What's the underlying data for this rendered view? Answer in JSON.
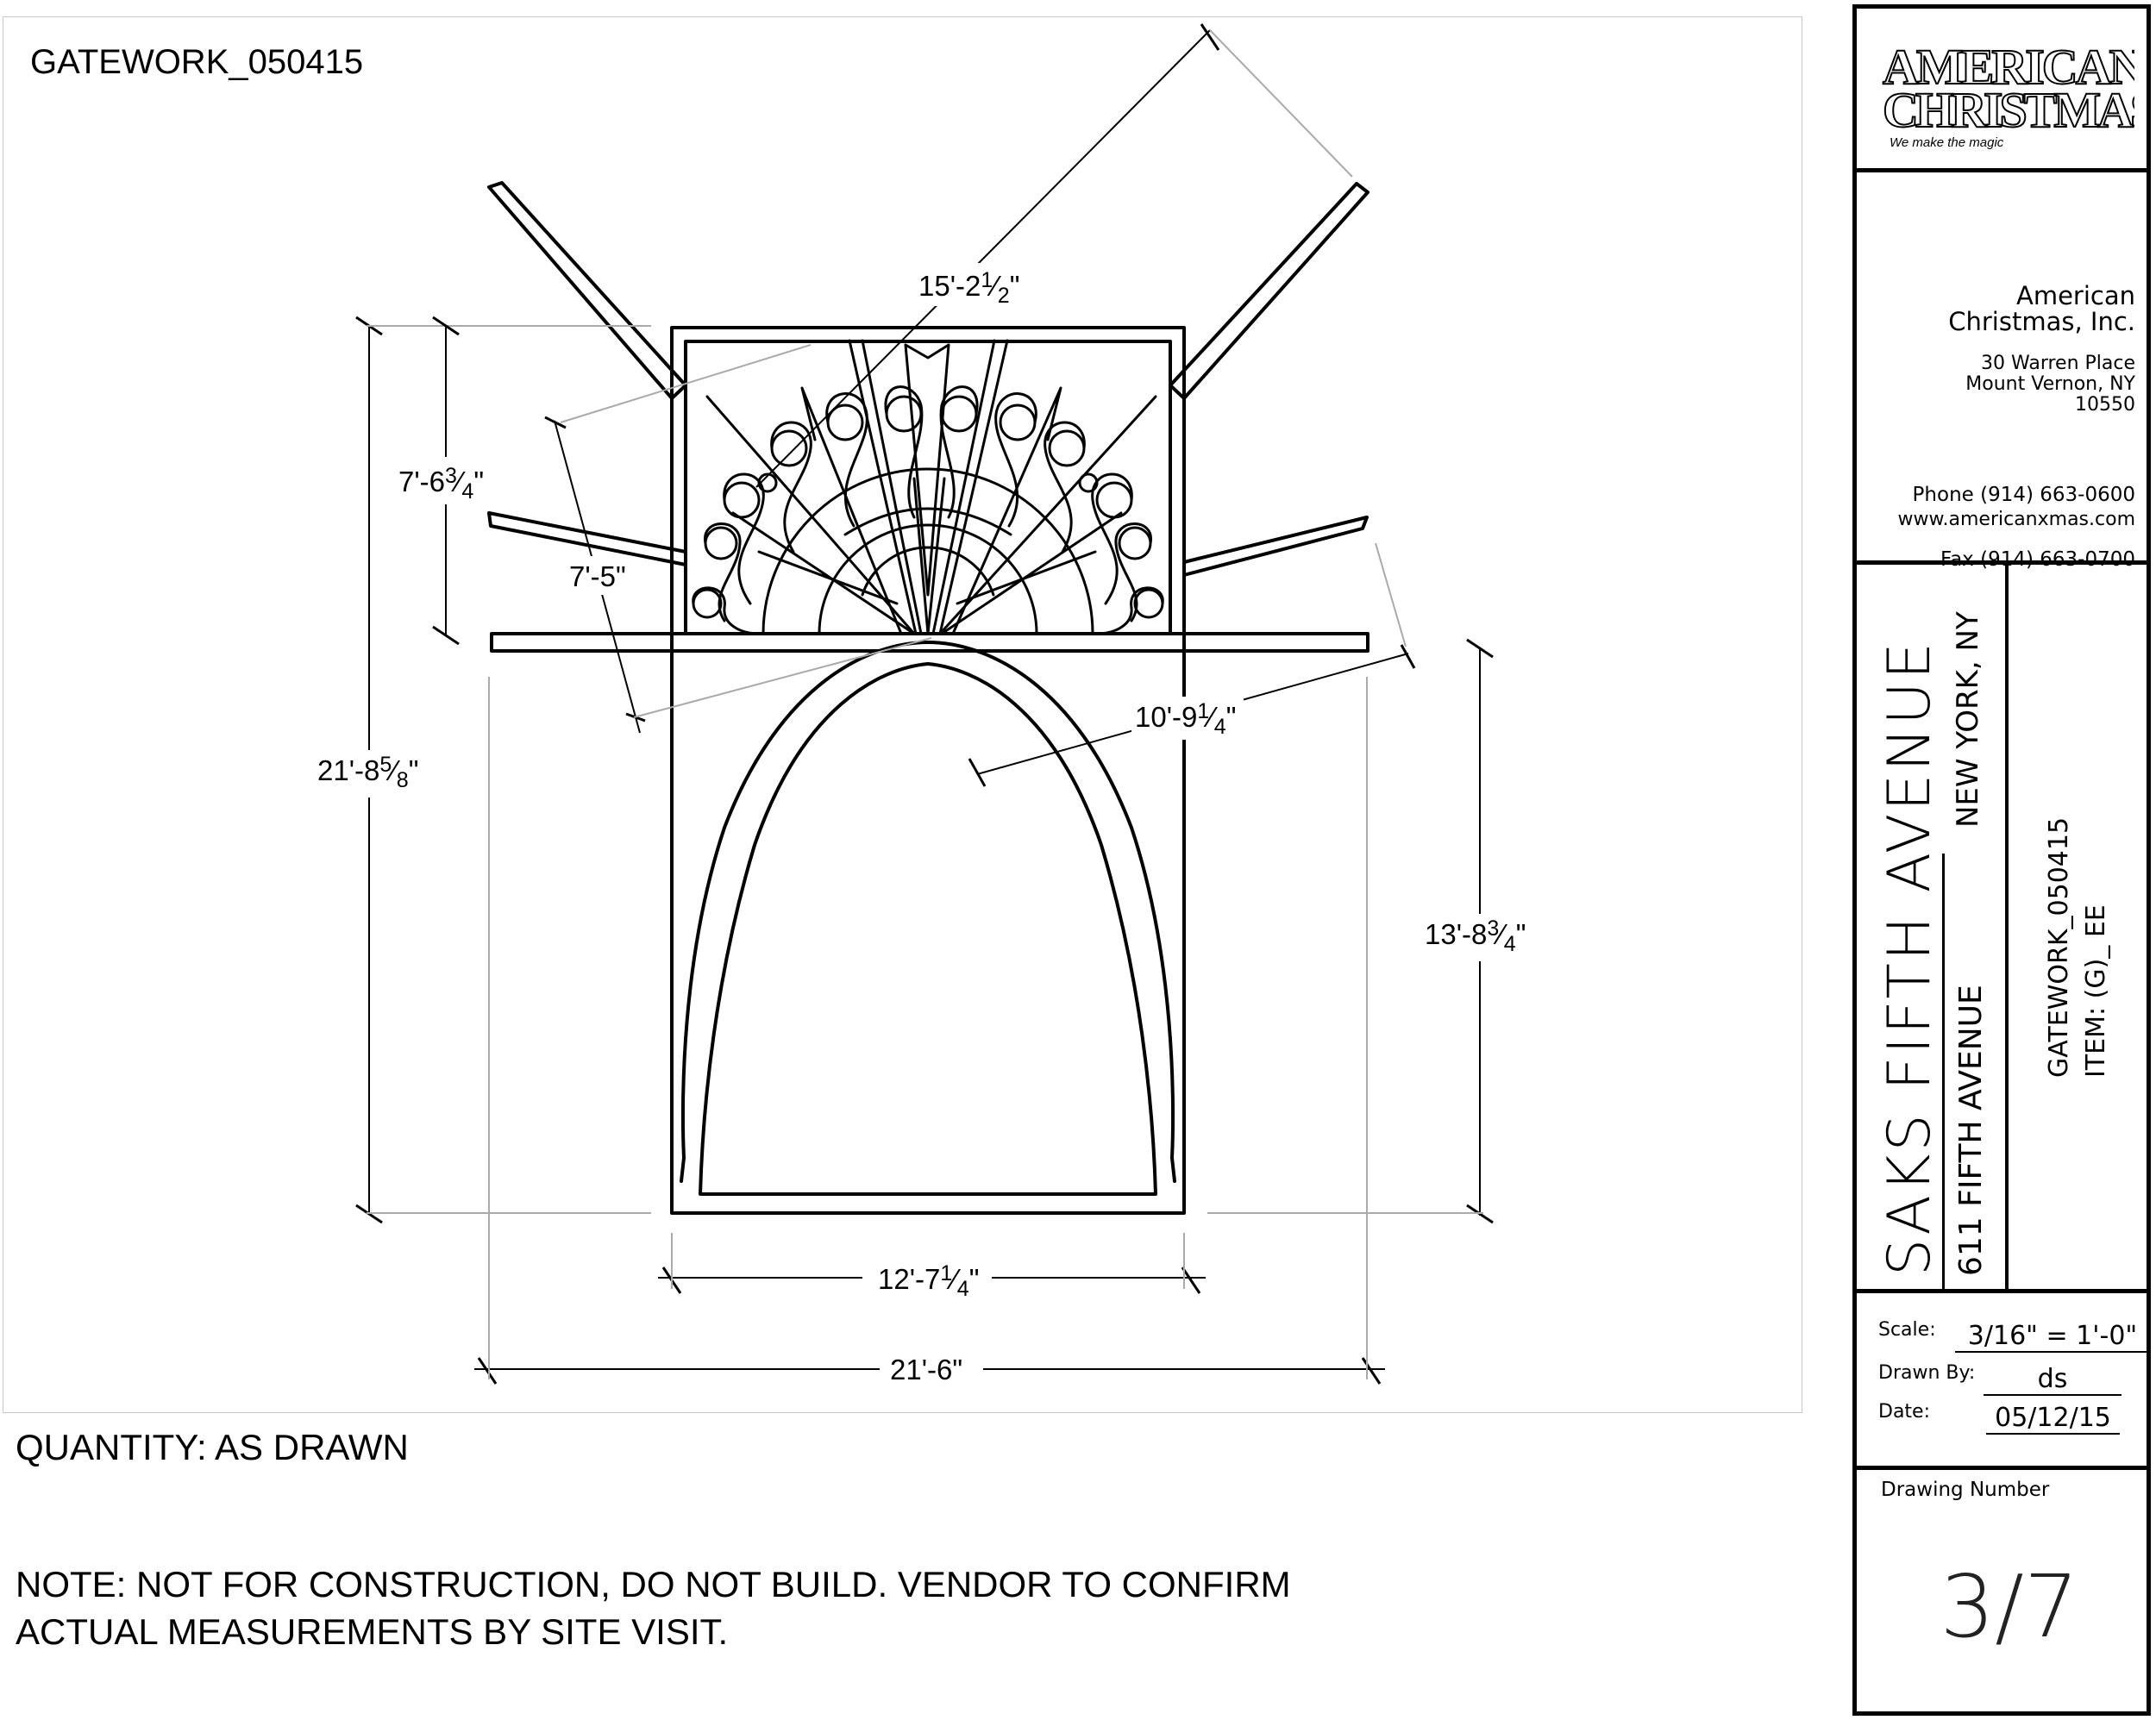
{
  "sheet": {
    "title": "GATEWORK_050415",
    "quantity": "QUANTITY: AS DRAWN",
    "note_line1": "NOTE: NOT FOR CONSTRUCTION, DO NOT BUILD. VENDOR TO CONFIRM",
    "note_line2": "ACTUAL MEASUREMENTS BY SITE VISIT."
  },
  "dimensions": {
    "top_diag": {
      "whole": "15'-2",
      "num": "1",
      "den": "2",
      "tail": "\""
    },
    "left_inner": {
      "whole": "7'-6",
      "num": "3",
      "den": "4",
      "tail": "\""
    },
    "diag_left": {
      "text": "7'-5\""
    },
    "overall_height": {
      "whole": "21'-8",
      "num": "5",
      "den": "8",
      "tail": "\""
    },
    "diag_right": {
      "whole": "10'-9",
      "num": "1",
      "den": "4",
      "tail": "\""
    },
    "right_height": {
      "whole": "13'-8",
      "num": "3",
      "den": "4",
      "tail": "\""
    },
    "panel_width": {
      "whole": "12'-7",
      "num": "1",
      "den": "4",
      "tail": "\""
    },
    "overall_width": {
      "text": "21'-6\""
    }
  },
  "title_block": {
    "logo_line1": "AMERICAN",
    "logo_line2": "CHRISTMAS",
    "logo_tagline": "We make the magic",
    "company_line1": "American",
    "company_line2": "Christmas, Inc.",
    "address_line1": "30 Warren Place",
    "address_line2": "Mount Vernon, NY",
    "address_line3": "10550",
    "phone": "Phone (914) 663-0600",
    "fax": "Fax (914) 663-0700",
    "website": "www.americanxmas.com",
    "project_name": "SAKS FIFTH AVENUE",
    "project_street": "611 FIFTH AVENUE",
    "project_city": "NEW YORK, NY",
    "item_code": "GATEWORK_050415",
    "item_label": "ITEM: (G)_ EE",
    "scale_label": "Scale:",
    "scale_value": "3/16\" = 1'-0\"",
    "drawn_by_label": "Drawn By:",
    "drawn_by_value": "ds",
    "date_label": "Date:",
    "date_value": "05/12/15",
    "drawing_number_label": "Drawing Number",
    "drawing_number": "3/7"
  }
}
